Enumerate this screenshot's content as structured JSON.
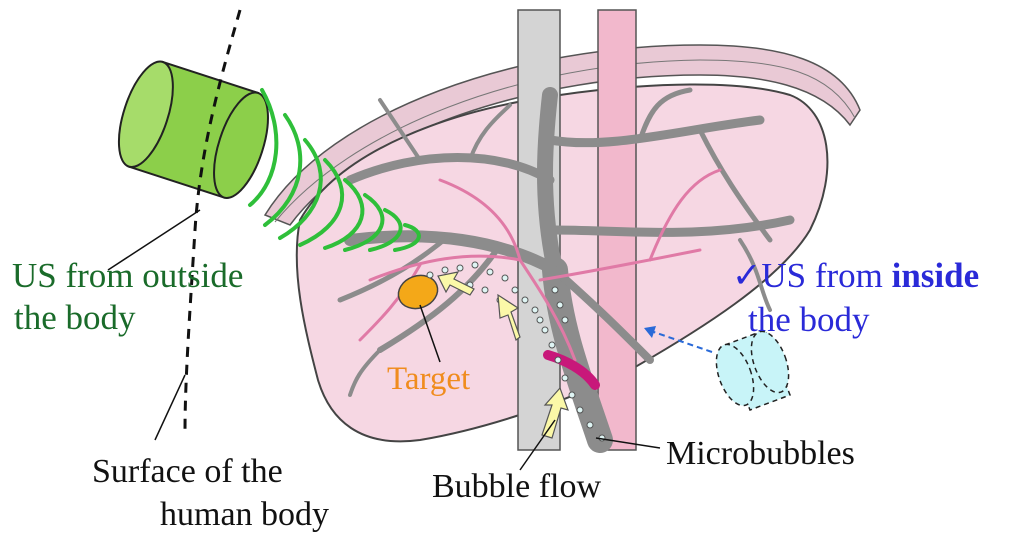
{
  "labels": {
    "us_outside_line1": "US from outside",
    "us_outside_line2": "the body",
    "us_inside_check": "✓US from ",
    "us_inside_word": "inside",
    "us_inside_line2": "the body",
    "target": "Target",
    "bubble_flow": "Bubble flow",
    "microbubbles": "Microbubbles",
    "surface_line1": "Surface of the",
    "surface_line2": "human body"
  },
  "colors": {
    "outside_text": "#1a6b2a",
    "inside_text": "#2a2ad8",
    "target_text": "#f08c1e",
    "transducer_outside": "#8ccf4a",
    "transducer_inside": "#c8f4f8",
    "wave": "#2fbf3a",
    "liver": "#f6d7e3",
    "vessel": "#8c8c8c",
    "artery": "#e07aa6",
    "target_fill": "#f4a818",
    "arrow_fill": "#fbf8a8",
    "magenta_catheter": "#c8187a"
  }
}
